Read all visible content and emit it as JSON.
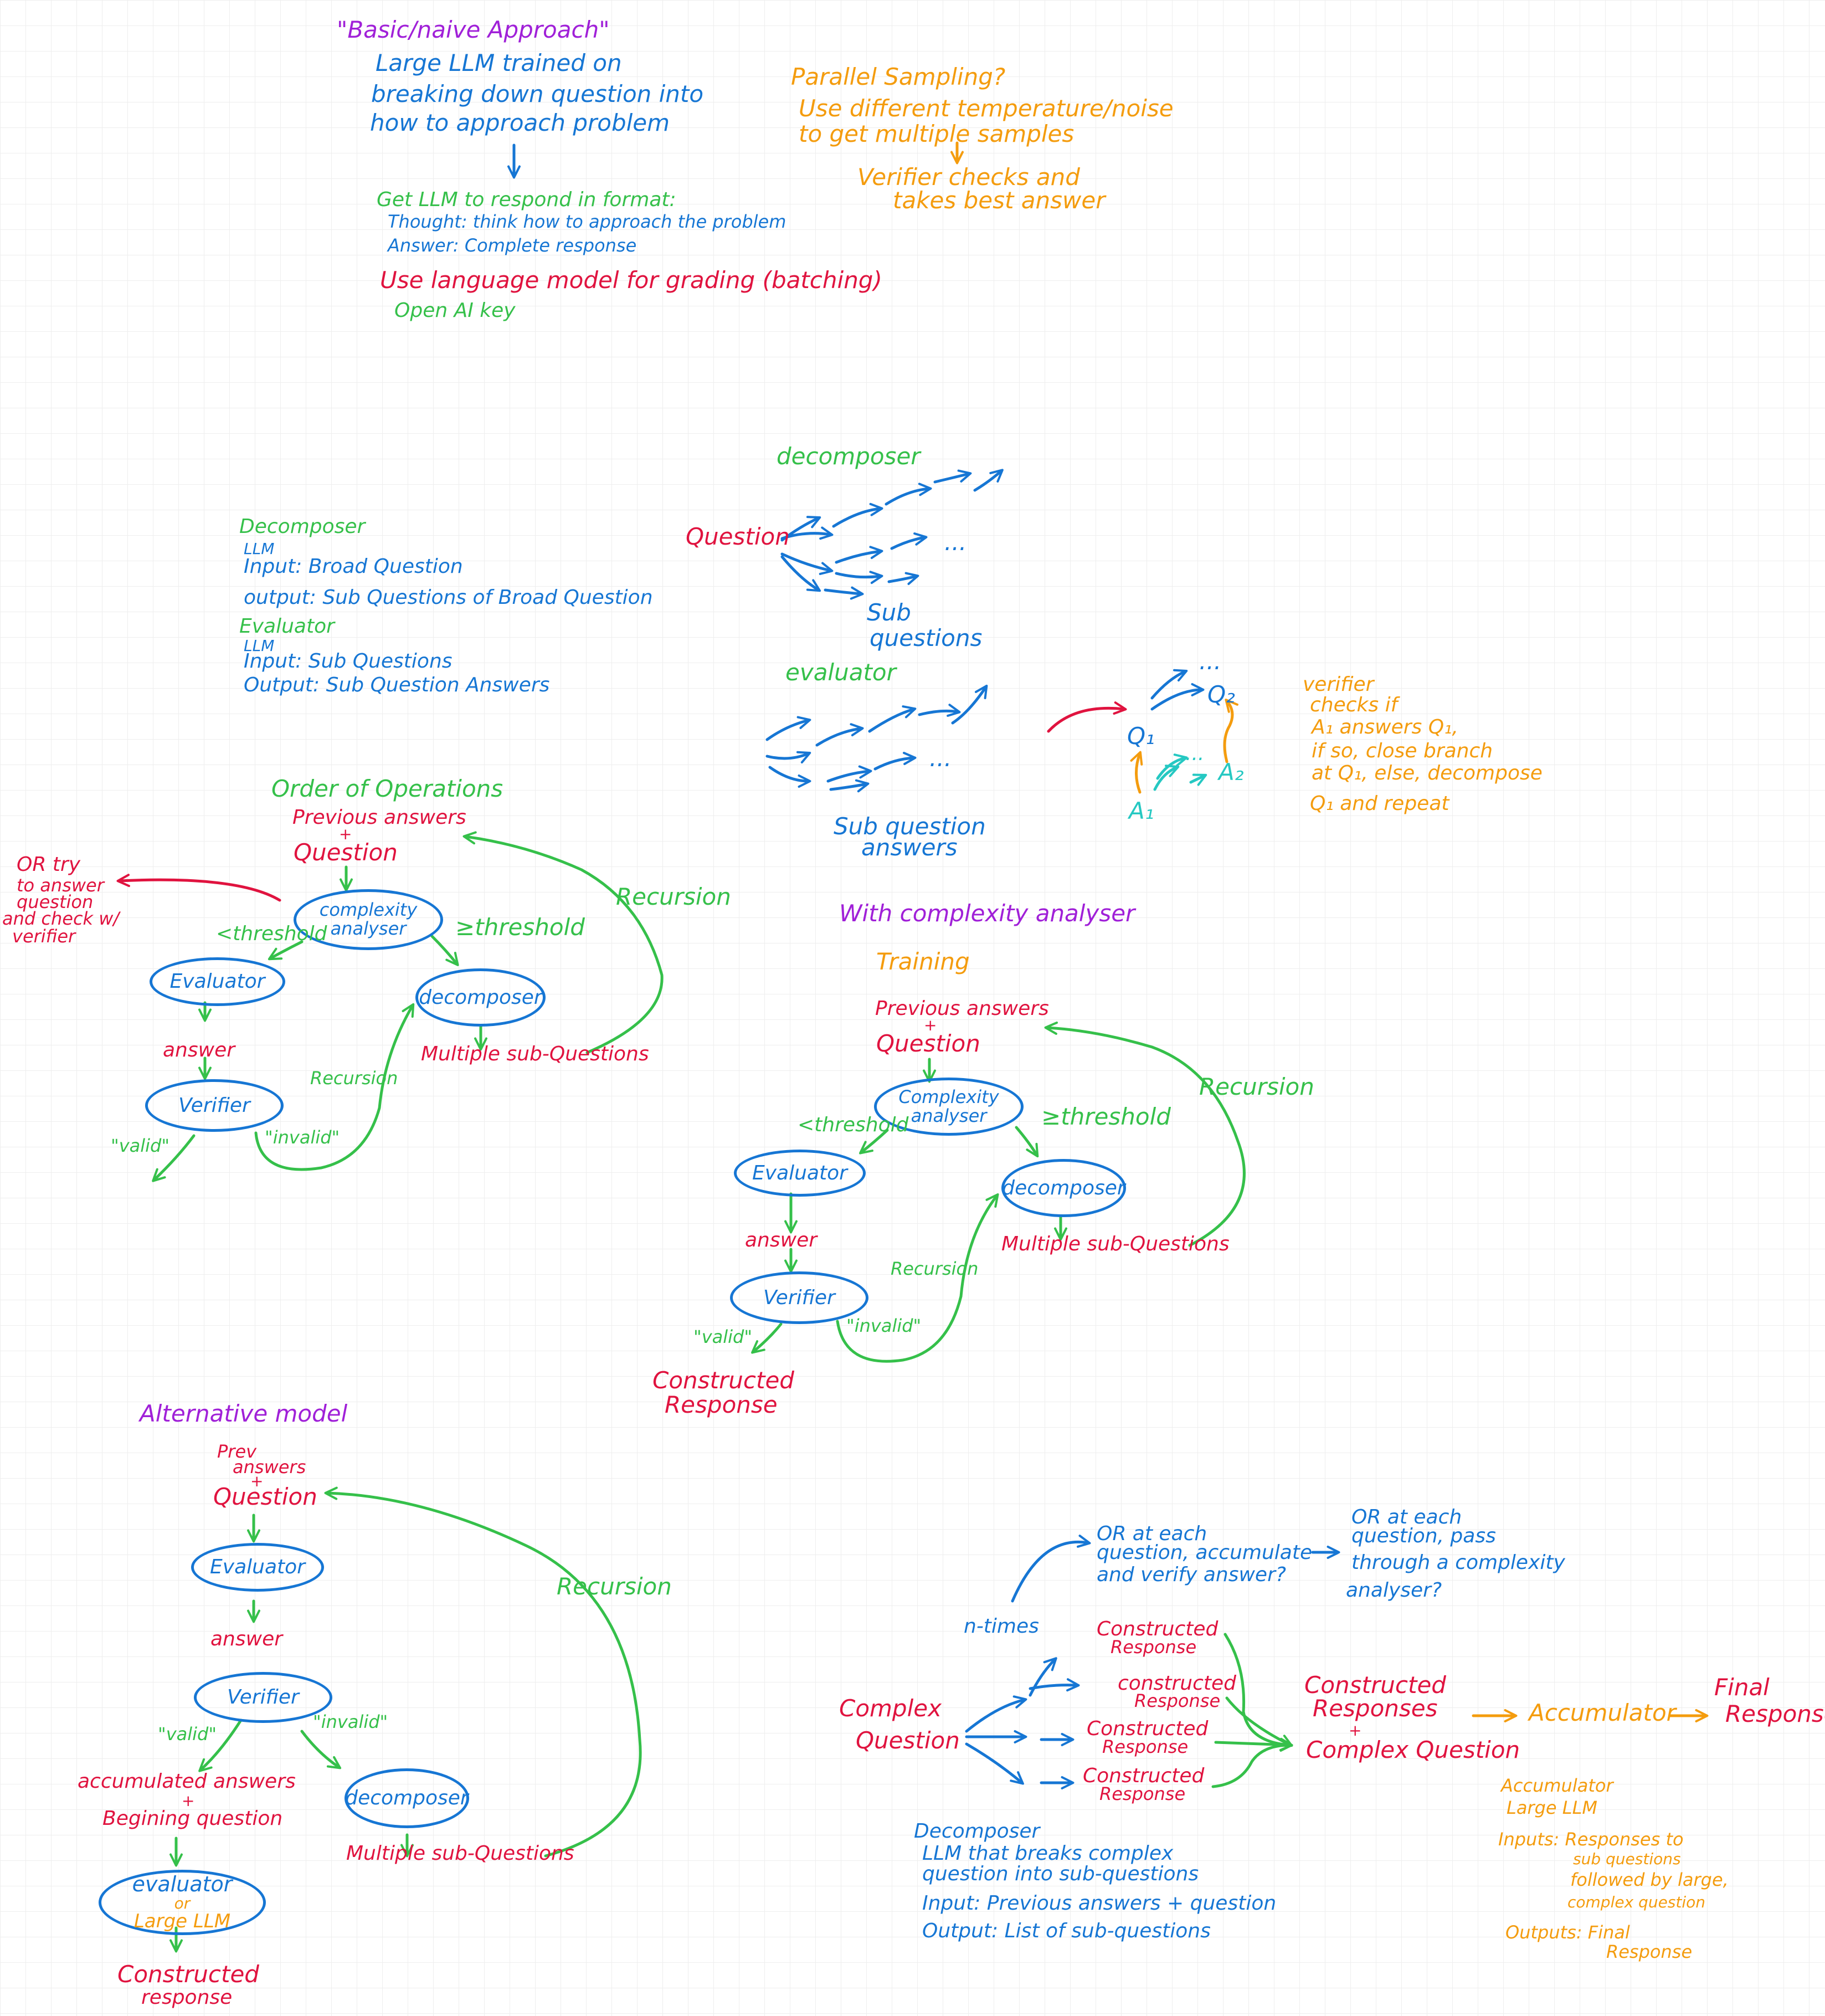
{
  "basic": {
    "title": "\"Basic/naive Approach\"",
    "line1": "Large LLM trained on",
    "line2": "breaking down question into",
    "line3": "how to approach problem",
    "format_intro": "Get LLM to respond in format:",
    "thought": "Thought: think how to approach the problem",
    "answer": "Answer: Complete response",
    "grading": "Use language model for grading (batching)",
    "key": "Open AI key"
  },
  "parallel": {
    "title": "Parallel Sampling?",
    "line1": "Use different temperature/noise",
    "line2": "to get multiple samples",
    "line3": "Verifier checks and",
    "line4": "takes best answer"
  },
  "definitions": {
    "decomposer": "Decomposer",
    "llm1": "LLM",
    "input1": "Input: Broad Question",
    "output1": "output: Sub Questions of Broad Question",
    "evaluator": "Evaluator",
    "llm2": "LLM",
    "input2": "Input: Sub Questions",
    "output2": "Output: Sub Question Answers"
  },
  "tree": {
    "decomposer_label": "decomposer",
    "question": "Question",
    "ellipsis1": "...",
    "sub_l1": "Sub",
    "sub_l2": "questions",
    "evaluator_label": "evaluator",
    "ellipsis2": "...",
    "sqa_l1": "Sub question",
    "sqa_l2": "answers"
  },
  "qa": {
    "q1": "Q₁",
    "q2": "Q₂",
    "a1": "A₁",
    "a2": "A₂",
    "ellipsis_top": "...",
    "ellipsis_mid": "...",
    "v1": "verifier",
    "v2": "checks if",
    "v3": "A₁ answers Q₁,",
    "v4": "if so, close branch",
    "v5": "at Q₁, else, decompose",
    "v6": "Q₁ and repeat"
  },
  "order": {
    "title": "Order of Operations",
    "prev": "Previous answers",
    "plus": "+",
    "question": "Question",
    "complexity": "complexity analyser",
    "lt": "<threshold",
    "gt": "≥threshold",
    "evaluator": "Evaluator",
    "decomposer": "decomposer",
    "answer": "answer",
    "verifier": "Verifier",
    "multiple": "Multiple sub-Questions",
    "valid": "\"valid\"",
    "invalid": "\"invalid\"",
    "recursion1": "Recursion",
    "recursion2": "Recursion",
    "ortry1": "OR try",
    "ortry2": "to answer",
    "ortry3": "question",
    "ortry4": "and check w/",
    "ortry5": "verifier"
  },
  "withca": {
    "title": "With complexity analyser",
    "training": "Training",
    "prev": "Previous answers",
    "plus": "+",
    "question": "Question",
    "complexity": "Complexity analyser",
    "lt": "<threshold",
    "gt": "≥threshold",
    "evaluator": "Evaluator",
    "decomposer": "decomposer",
    "answer": "answer",
    "verifier": "Verifier",
    "multiple": "Multiple sub-Questions",
    "valid": "\"valid\"",
    "invalid": "\"invalid\"",
    "recursion1": "Recursion",
    "recursion2": "Recursion",
    "constructed1": "Constructed",
    "constructed2": "Response"
  },
  "alt": {
    "title": "Alternative model",
    "prev1": "Prev",
    "prev2": "answers",
    "plus": "+",
    "question": "Question",
    "evaluator": "Evaluator",
    "answer": "answer",
    "verifier": "Verifier",
    "valid": "\"valid\"",
    "invalid": "\"invalid\"",
    "accum": "accumulated answers",
    "plus2": "+",
    "begin": "Begining question",
    "decomposer": "decomposer",
    "multiple": "Multiple sub-Questions",
    "recursion": "Recursion",
    "eval2": "evaluator",
    "or": "or",
    "large": "Large LLM",
    "cons1": "Constructed",
    "cons2": "response"
  },
  "complex": {
    "or1_1": "OR at each",
    "or1_2": "question, accumulate",
    "or1_3": "and verify answer?",
    "or2_1": "OR at each",
    "or2_2": "question, pass",
    "or2_3": "through a complexity",
    "or2_4": "analyser?",
    "ntimes": "n-times",
    "complex1": "Complex",
    "complex2": "Question",
    "cr1": "Constructed",
    "cr1b": "Response",
    "cr2": "constructed",
    "cr2b": "Response",
    "cr3": "Constructed",
    "cr3b": "Response",
    "cr4": "Constructed",
    "cr4b": "Response",
    "crs1": "Constructed",
    "crs2": "Responses",
    "crs_plus": "+",
    "crs3": "Complex Question",
    "accumulator": "Accumulator",
    "final1": "Final",
    "final2": "Response",
    "dec1": "Decomposer",
    "dec2": "LLM that breaks complex",
    "dec3": "question into sub-questions",
    "dec4": "Input: Previous answers + question",
    "dec5": "Output: List of sub-questions",
    "acc1": "Accumulator",
    "acc2": "Large LLM",
    "acc3": "Inputs: Responses to",
    "acc4": "sub questions",
    "acc5": "followed by large,",
    "acc6": "complex question",
    "acc7": "Outputs: Final",
    "acc8": "Response"
  }
}
